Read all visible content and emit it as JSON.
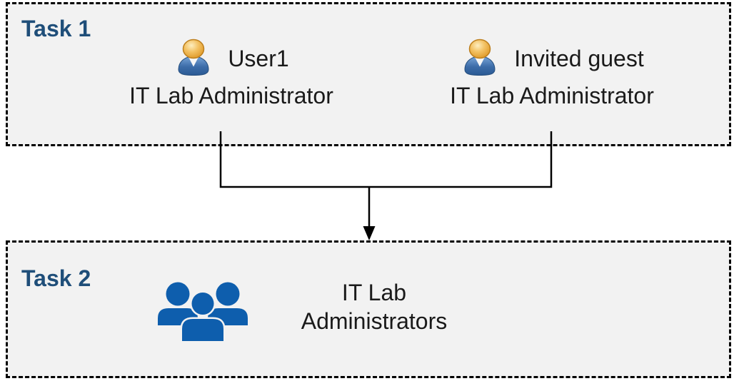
{
  "task1": {
    "label": "Task 1",
    "personas": [
      {
        "name": "User1",
        "role": "IT Lab Administrator"
      },
      {
        "name": "Invited guest",
        "role": "IT Lab Administrator"
      }
    ]
  },
  "task2": {
    "label": "Task 2",
    "group": {
      "line1": "IT Lab",
      "line2": "Administrators"
    }
  },
  "icons": {
    "persona": "user-icon",
    "group": "people-group-icon",
    "arrow": "merge-arrow-down-icon"
  },
  "colors": {
    "task_label_blue": "#1f4e79",
    "box_fill": "#f2f2f2",
    "box_border": "#000000",
    "body_text": "#1a1a1a",
    "group_icon_blue": "#0e5ead",
    "connector_black": "#000000",
    "persona_head_gold": "#efae3a",
    "persona_body_blue": "#3b6ba5"
  }
}
